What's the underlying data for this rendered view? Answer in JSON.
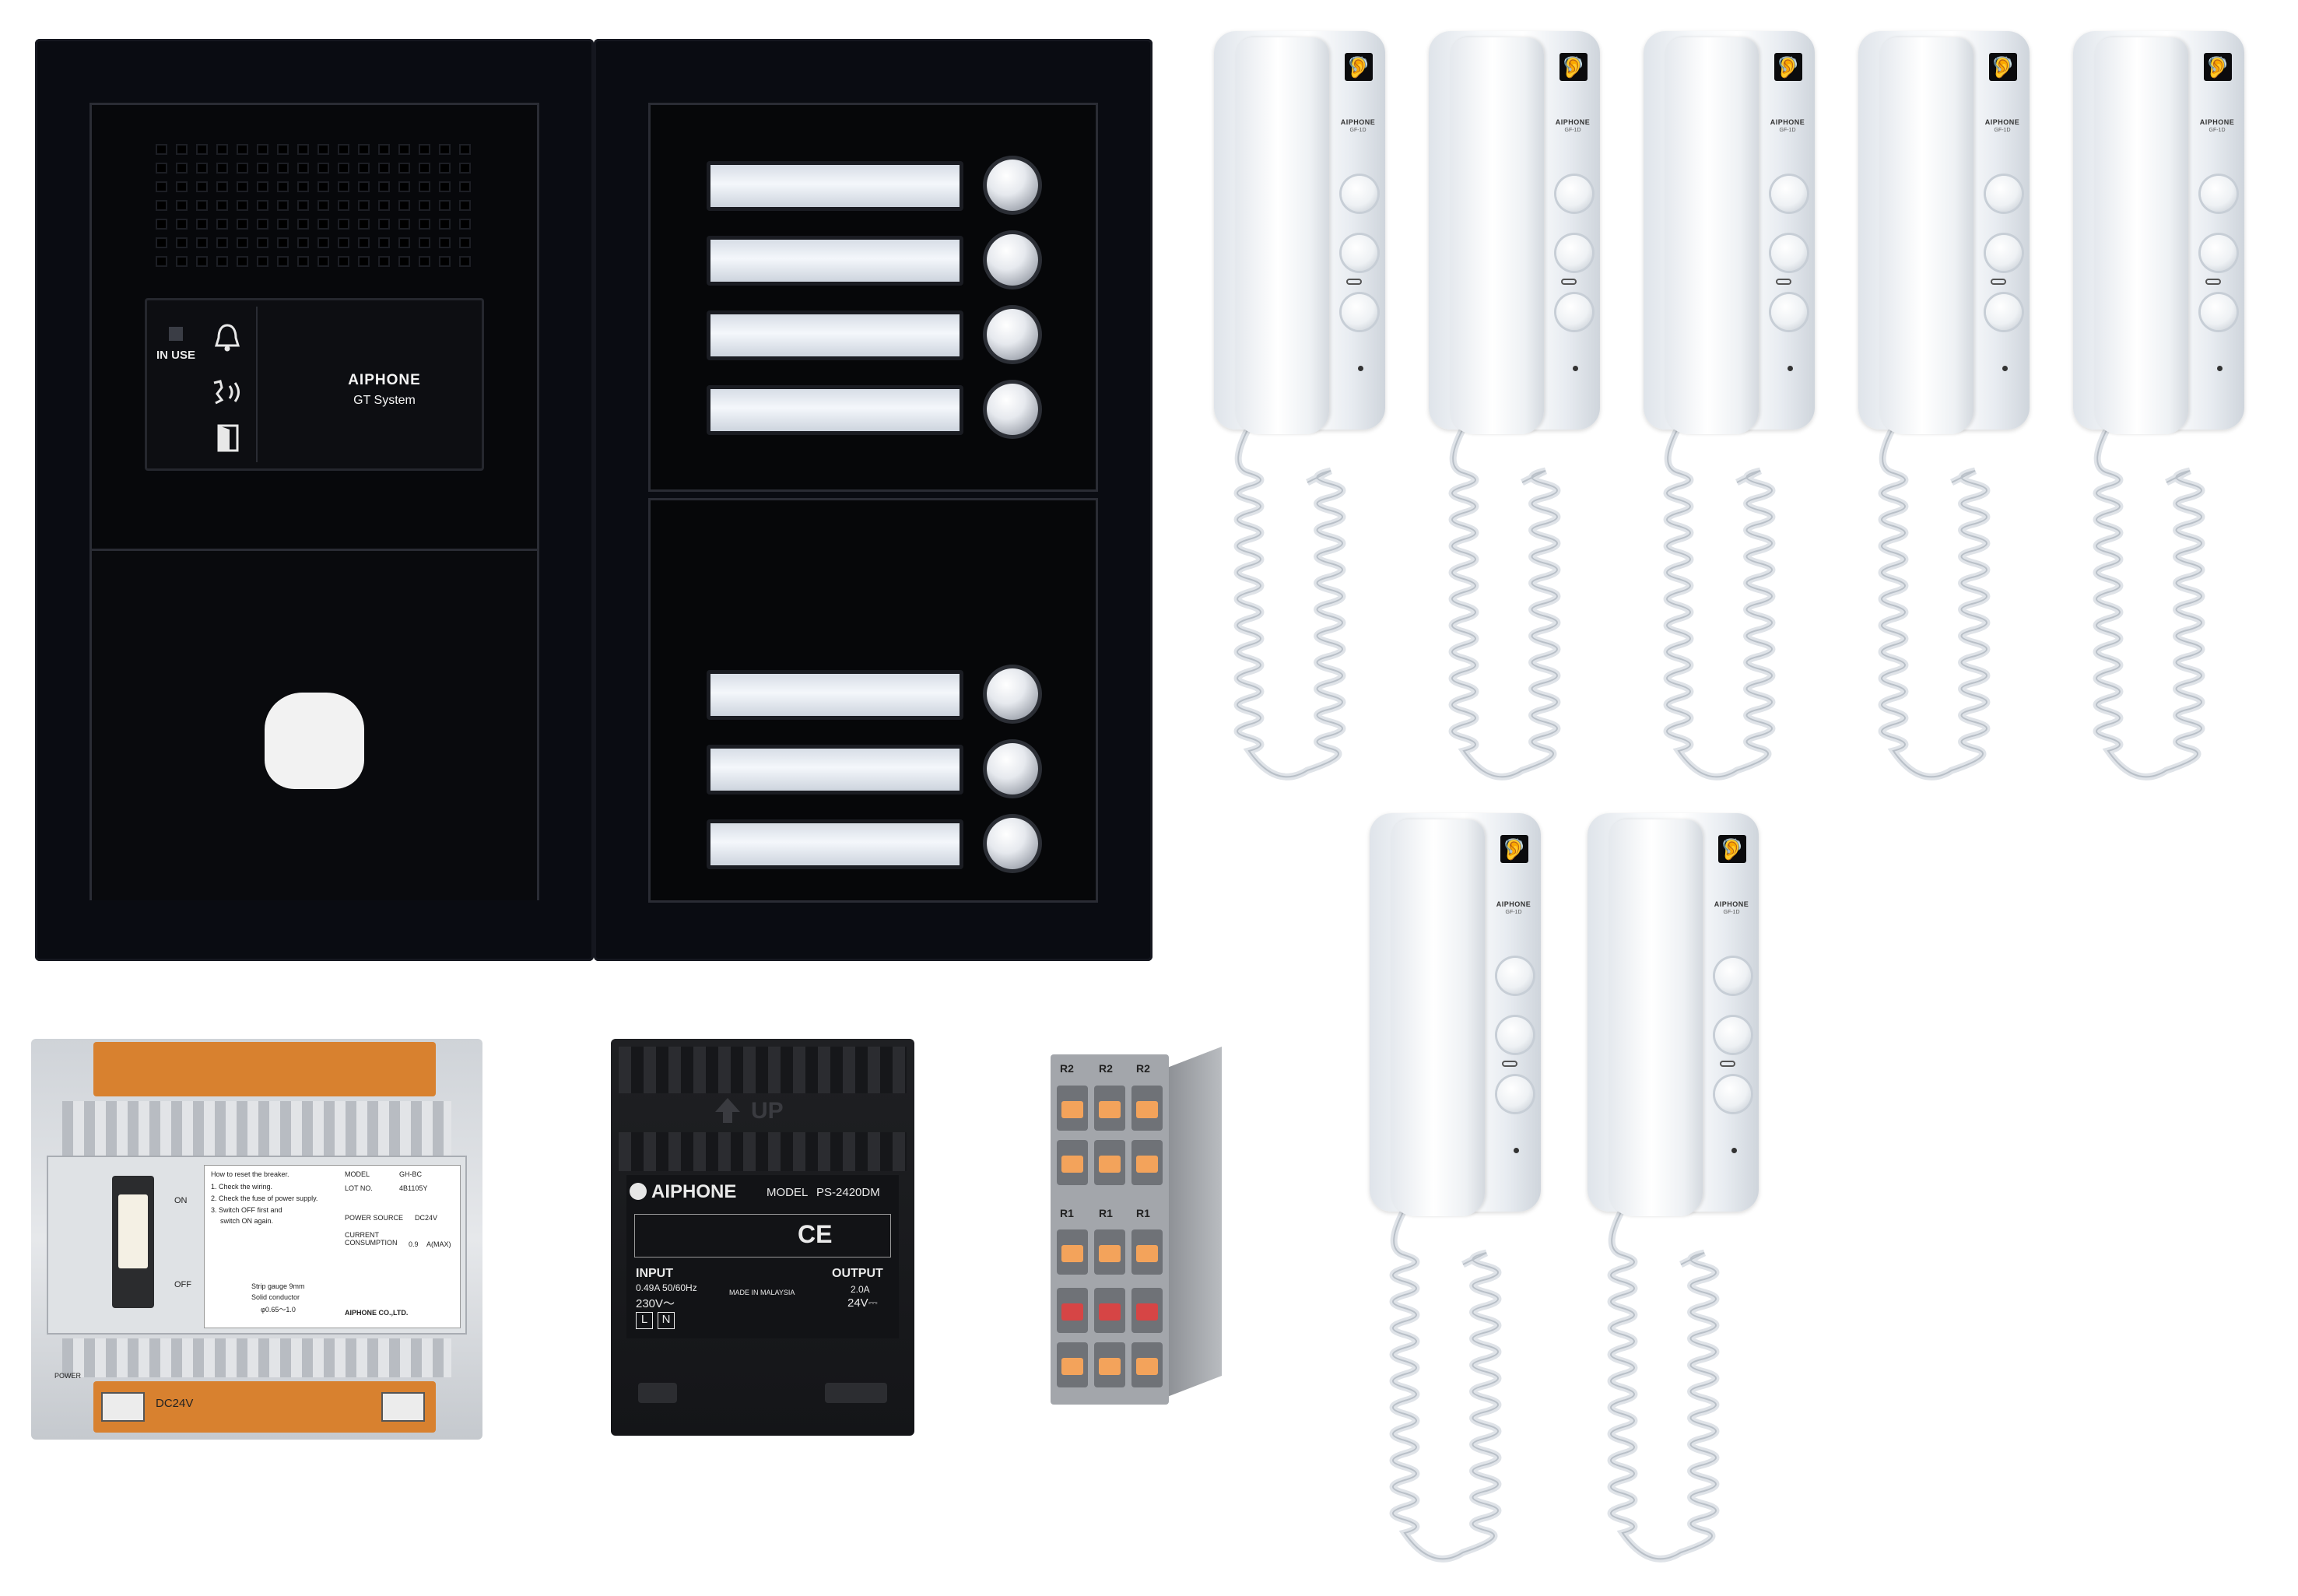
{
  "door_station": {
    "indicator_in_use": "IN USE",
    "brand": "AIPHONE",
    "system_name": "GT System",
    "name_plate_count_top": 4,
    "name_plate_count_bottom": 3
  },
  "handsets": {
    "brand": "AIPHONE",
    "model": "GF-1D",
    "count": 7
  },
  "controller": {
    "model_label": "MODEL",
    "model": "GH-BC",
    "lot_label": "LOT NO.",
    "lot": "4B1105Y",
    "power_source_label": "POWER SOURCE",
    "power_source": "DC24V",
    "current_label": "CURRENT CONSUMPTION",
    "current": "0.9",
    "current_unit": "A(MAX)",
    "reset_title": "How to reset the breaker.",
    "reset_step_1": "1. Check the wiring.",
    "reset_step_2": "2. Check the fuse of power supply.",
    "reset_step_3": "3. Switch OFF first and",
    "reset_step_3b": "switch ON again.",
    "on_label": "ON",
    "off_label": "OFF",
    "strip_label": "Strip gauge 9mm",
    "conductor_label": "Solid conductor",
    "conductor_size": "φ0.65～1.0",
    "maker": "AIPHONE CO.,LTD.",
    "terminal_label": "DC24V",
    "power_label": "POWER"
  },
  "power_supply": {
    "up_label": "UP",
    "brand": "AIPHONE",
    "model_label": "MODEL",
    "model": "PS-2420DM",
    "input_label": "INPUT",
    "input_rating": "0.49A 50/60Hz",
    "input_voltage": "230V～",
    "made_in": "MADE IN MALAYSIA",
    "output_label": "OUTPUT",
    "output_current": "2.0A",
    "output_voltage": "24V⎓",
    "terminal_l": "L",
    "terminal_n": "N",
    "ce_mark": "CE"
  },
  "terminal_block": {
    "r2": "R2",
    "r1": "R1"
  }
}
